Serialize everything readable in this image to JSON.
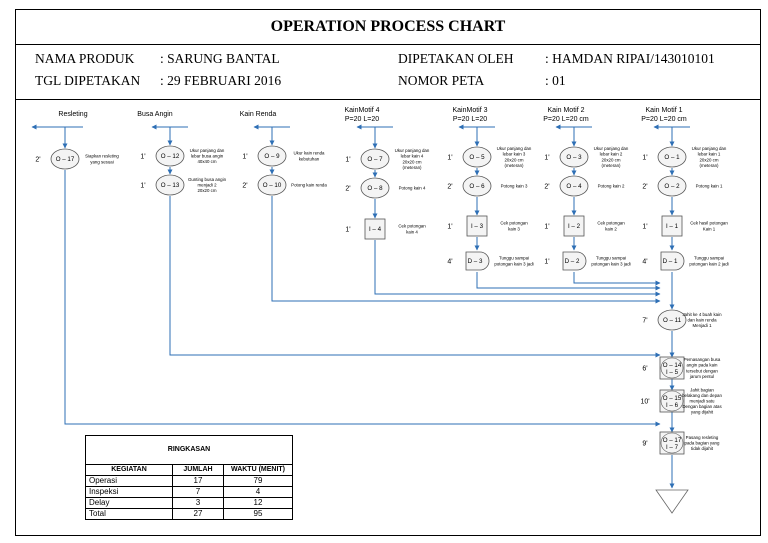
{
  "title": "OPERATION PROCESS CHART",
  "header": {
    "product_label": "NAMA PRODUK",
    "product_value": ": SARUNG BANTAL",
    "date_label": "TGL DIPETAKAN",
    "date_value": ": 29 FEBRUARI 2016",
    "mapped_by_label": "DIPETAKAN OLEH",
    "mapped_by_value": ": HAMDAN RIPAI/143010101",
    "map_no_label": "NOMOR PETA",
    "map_no_value": ": 01"
  },
  "columns": [
    {
      "id": "resleting",
      "label": "Resleting"
    },
    {
      "id": "busa",
      "label": "Busa Angin"
    },
    {
      "id": "renda",
      "label": "Kain Renda"
    },
    {
      "id": "kain4",
      "label": "KainMotif  4",
      "sub": "P=20  L=20"
    },
    {
      "id": "kain3",
      "label": "KainMotif  3",
      "sub": "P=20  L=20"
    },
    {
      "id": "kain2",
      "label": "Kain Motif 2",
      "sub": "P=20  L=20 cm"
    },
    {
      "id": "kain1",
      "label": "Kain Motif 1",
      "sub": "P=20  L=20 cm"
    }
  ],
  "nodes": [
    {
      "id": "O-17",
      "type": "op",
      "label": "O – 17",
      "time": "2'",
      "desc": [
        "Siapkan resleting",
        "yang sesuai"
      ],
      "col": "resleting"
    },
    {
      "id": "O-12",
      "type": "op",
      "label": "O – 12",
      "time": "1'",
      "desc": [
        "Ukur panjang dan",
        "lebar busa angin",
        "40x40 cm"
      ],
      "col": "busa"
    },
    {
      "id": "O-13",
      "type": "op",
      "label": "O – 13",
      "time": "1'",
      "desc": [
        "Gunting busa angin",
        "menjadi 2",
        "20x20 cm"
      ],
      "col": "busa"
    },
    {
      "id": "O-9",
      "type": "op",
      "label": "O – 9",
      "time": "1'",
      "desc": [
        "Ukur kain renda",
        "kebutuhan"
      ],
      "col": "renda"
    },
    {
      "id": "O-10",
      "type": "op",
      "label": "O – 10",
      "time": "2'",
      "desc": [
        "Potong kain renda"
      ],
      "col": "renda"
    },
    {
      "id": "O-7",
      "type": "op",
      "label": "O – 7",
      "time": "1'",
      "desc": [
        "Ukur panjang dan",
        "lebar kain 4",
        "20x20 cm",
        "(meteran)"
      ],
      "col": "kain4"
    },
    {
      "id": "O-8",
      "type": "op",
      "label": "O – 8",
      "time": "2'",
      "desc": [
        "Potong kain 4"
      ],
      "col": "kain4"
    },
    {
      "id": "I-4",
      "type": "insp",
      "label": "I – 4",
      "time": "1'",
      "desc": [
        "Cek potongan",
        "kain 4"
      ],
      "col": "kain4"
    },
    {
      "id": "O-5",
      "type": "op",
      "label": "O – 5",
      "time": "1'",
      "desc": [
        "Ukur panjang dan",
        "lebar kain 3",
        "20x20 cm",
        "(meteran)"
      ],
      "col": "kain3"
    },
    {
      "id": "O-6",
      "type": "op",
      "label": "O – 6",
      "time": "2'",
      "desc": [
        "Potong kain 3"
      ],
      "col": "kain3"
    },
    {
      "id": "I-3",
      "type": "insp",
      "label": "I – 3",
      "time": "1'",
      "desc": [
        "Cek potongan",
        "kain 3"
      ],
      "col": "kain3"
    },
    {
      "id": "D-3",
      "type": "delay",
      "label": "D – 3",
      "time": "4'",
      "desc": [
        "Tunggu sampai",
        "potongan kain 3 jadi"
      ],
      "col": "kain3"
    },
    {
      "id": "O-3",
      "type": "op",
      "label": "O – 3",
      "time": "1'",
      "desc": [
        "Ukur panjang dan",
        "lebar kain 2",
        "20x20 cm",
        "(meteran)"
      ],
      "col": "kain2"
    },
    {
      "id": "O-4",
      "type": "op",
      "label": "O – 4",
      "time": "2'",
      "desc": [
        "Potong kain 2"
      ],
      "col": "kain2"
    },
    {
      "id": "I-2",
      "type": "insp",
      "label": "I – 2",
      "time": "1'",
      "desc": [
        "Cek potongan",
        "kain 2"
      ],
      "col": "kain2"
    },
    {
      "id": "D-2",
      "type": "delay",
      "label": "D – 2",
      "time": "1'",
      "desc": [
        "Tunggu sampai",
        "potongan kain 3 jadi"
      ],
      "col": "kain2"
    },
    {
      "id": "O-1",
      "type": "op",
      "label": "O – 1",
      "time": "1'",
      "desc": [
        "Ukur panjang dan",
        "lebar kain 1",
        "20x20 cm",
        "(meteran)"
      ],
      "col": "kain1"
    },
    {
      "id": "O-2",
      "type": "op",
      "label": "O – 2",
      "time": "2'",
      "desc": [
        "Potong kain 1"
      ],
      "col": "kain1"
    },
    {
      "id": "I-1",
      "type": "insp",
      "label": "I – 1",
      "time": "1'",
      "desc": [
        "Cek hasil potongan",
        "Kain 1"
      ],
      "col": "kain1"
    },
    {
      "id": "D-1",
      "type": "delay",
      "label": "D – 1",
      "time": "4'",
      "desc": [
        "Tunggu sampai",
        "potongan kain 2 jadi"
      ],
      "col": "kain1"
    },
    {
      "id": "O-11",
      "type": "op",
      "label": "O – 11",
      "time": "7'",
      "desc": [
        "Jahit ke 4 buah kain",
        "dan kain renda",
        "Menjadi 1"
      ],
      "col": "main"
    },
    {
      "id": "O-14",
      "type": "combo",
      "label": "O – 14",
      "label2": "I – 5",
      "time": "6'",
      "desc": [
        "Pemasangan busa",
        "angin pada kain",
        "tersebut dengan",
        "jarum pentul"
      ],
      "col": "main"
    },
    {
      "id": "O-15",
      "type": "combo",
      "label": "O – 15",
      "label2": "I – 6",
      "time": "10'",
      "desc": [
        "Jahit bagian",
        "belakang dan depan",
        "menjadi satu",
        "Dengan bagian atas",
        "yang dijahit"
      ],
      "col": "main"
    },
    {
      "id": "O-16",
      "type": "combo",
      "label": "O – 17",
      "label2": "I – 7",
      "time": "9'",
      "desc": [
        "Pasang resleting",
        "pada bagian yang",
        "tidak dijahit"
      ],
      "col": "main"
    }
  ],
  "summary": {
    "caption": "RINGKASAN",
    "headers": [
      "KEGIATAN",
      "JUMLAH",
      "WAKTU (MENIT)"
    ],
    "rows": [
      [
        "Operasi",
        "17",
        "79"
      ],
      [
        "Inspeksi",
        "7",
        "4"
      ],
      [
        "Delay",
        "3",
        "12"
      ],
      [
        "Total",
        "27",
        "95"
      ]
    ]
  },
  "colors": {
    "line": "#2e6fb5",
    "symbol_fill": "#f4f4f4",
    "symbol_stroke": "#555555"
  }
}
